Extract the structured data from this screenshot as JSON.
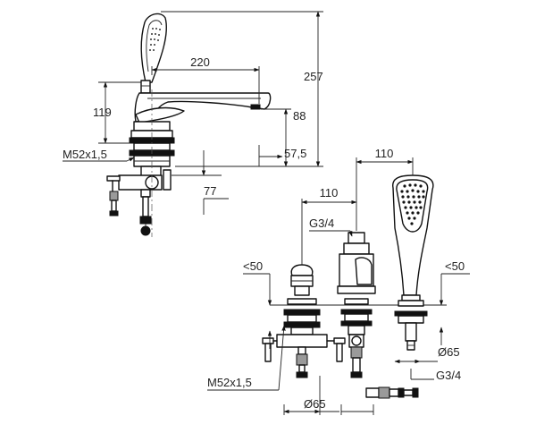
{
  "dimensions": {
    "top": {
      "d220": "220",
      "d257": "257",
      "d119": "119",
      "d88": "88",
      "d57_5": "57,5",
      "m52_top": "M52x1,5",
      "d77": "77"
    },
    "bottom": {
      "d110_upper": "110",
      "d110_lower": "110",
      "g34_upper": "G3/4",
      "lt50_left": "<50",
      "lt50_right": "<50",
      "phi65_right": "Ø65",
      "g34_lower": "G3/4",
      "m52_bottom": "M52x1,5",
      "phi65_bottom": "Ø65"
    }
  },
  "colors": {
    "line": "#111111",
    "text": "#222222",
    "background": "#ffffff"
  },
  "icons": [
    "dimension-arrow",
    "hand-shower-face",
    "diverter-valve"
  ]
}
